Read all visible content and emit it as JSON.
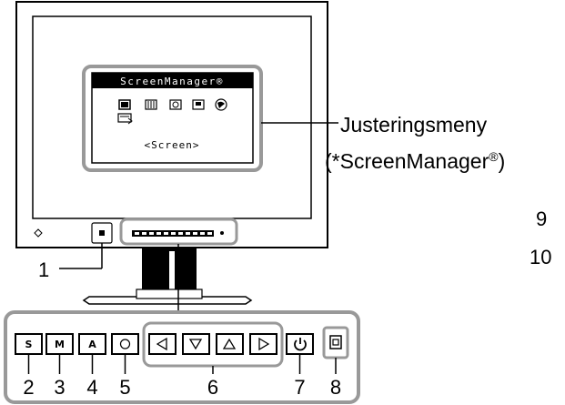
{
  "osd": {
    "title": "ScreenManager®",
    "item": "<Screen>"
  },
  "callout": {
    "line1": "Justeringsmeny",
    "line2_pre": "(*ScreenManager",
    "line2_reg": "®",
    "line2_post": ")"
  },
  "side_numbers": [
    "9",
    "10"
  ],
  "labels": [
    "1",
    "2",
    "3",
    "4",
    "5",
    "6",
    "7",
    "8"
  ],
  "buttons": {
    "s": "S",
    "m": "M",
    "a": "A"
  }
}
